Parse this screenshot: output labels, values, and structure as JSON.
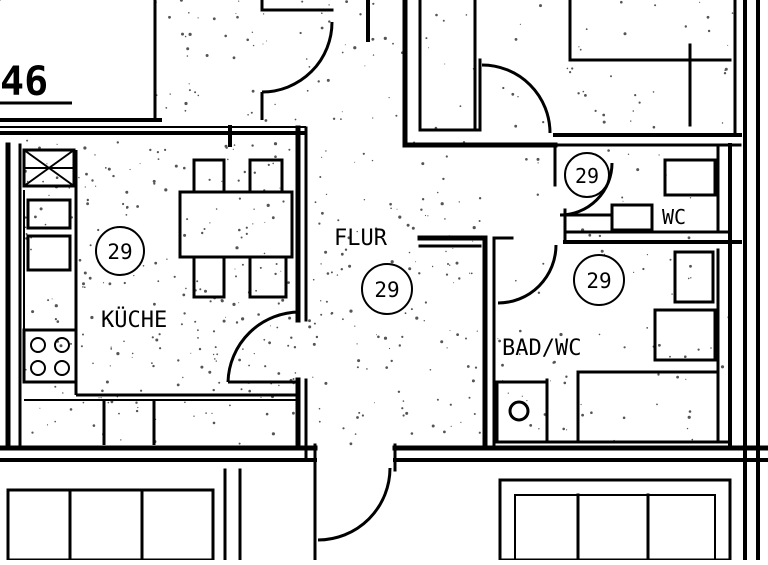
{
  "plan": {
    "corner_label": "46",
    "rooms": [
      {
        "id": "kueche",
        "name": "KÜCHE",
        "number": "29"
      },
      {
        "id": "flur",
        "name": "FLUR",
        "number": "29"
      },
      {
        "id": "bad",
        "name": "BAD/WC",
        "number": "29"
      },
      {
        "id": "wc",
        "name": "WC",
        "number": "29"
      }
    ],
    "colors": {
      "ink": "#000000",
      "paper": "#ffffff",
      "speckle": "#555555"
    }
  }
}
